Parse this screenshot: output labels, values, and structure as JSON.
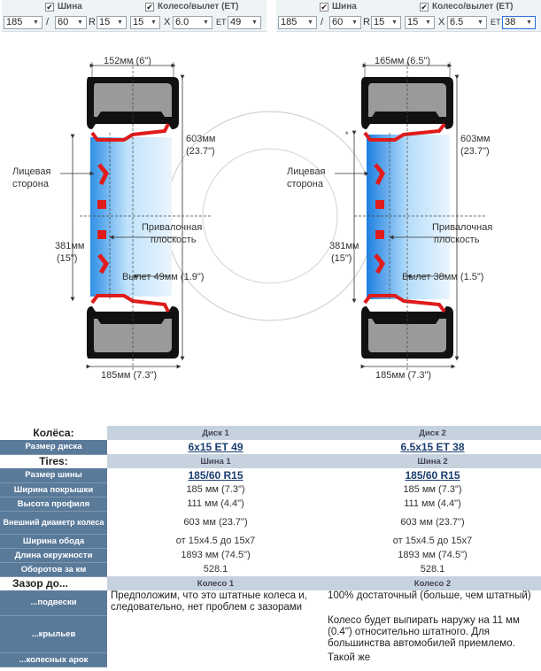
{
  "left": {
    "tire_checkbox_label": "Шина",
    "wheel_checkbox_label": "Колесо/вылет (ET)",
    "check_mark": "✔",
    "width": "185",
    "profile": "60",
    "r_label": "R",
    "tire_rim": "15",
    "rim_diameter": "15",
    "x_label": "X",
    "rim_width": "6.0",
    "et_label": "ET",
    "et": "49",
    "slash": "/"
  },
  "right": {
    "tire_checkbox_label": "Шина",
    "wheel_checkbox_label": "Колесо/вылет (ET)",
    "check_mark": "✔",
    "width": "185",
    "profile": "60",
    "r_label": "R",
    "tire_rim": "15",
    "rim_diameter": "15",
    "x_label": "X",
    "rim_width": "6.5",
    "et_label": "ET",
    "et": "38",
    "slash": "/"
  },
  "diagram_left": {
    "rim_width_dim": "152мм (6\")",
    "diameter_mm": "603мм",
    "diameter_in": "(23.7\")",
    "face_label_1": "Лицевая",
    "face_label_2": "сторона",
    "mount_label_1": "Привалочная",
    "mount_label_2": "плоскость",
    "rim_dia_mm": "381мм",
    "rim_dia_in": "(15\")",
    "offset_label": "Вылет 49мм (1.9\")",
    "tire_width_dim": "185мм (7.3\")"
  },
  "diagram_right": {
    "rim_width_dim": "165мм (6.5\")",
    "diameter_mm": "603мм",
    "diameter_in": "(23.7\")",
    "face_label_1": "Лицевая",
    "face_label_2": "сторона",
    "mount_label_1": "Привалочная",
    "mount_label_2": "плоскость",
    "rim_dia_mm": "381мм",
    "rim_dia_in": "(15\")",
    "offset_label": "Вылет 38мм (1.5\")",
    "tire_width_dim": "185мм (7.3\")"
  },
  "table": {
    "wheels_header": "Колёса:",
    "disk1": "Диск 1",
    "disk2": "Диск 2",
    "disk_size_label": "Размер диска",
    "disk_size_1": "6x15 ET 49",
    "disk_size_2": "6.5x15 ET 38",
    "tires_header": "Tires:",
    "tire1": "Шина 1",
    "tire2": "Шина 2",
    "tire_size_label": "Размер шины",
    "tire_size_1": "185/60 R15",
    "tire_size_2": "185/60 R15",
    "tread_width_label": "Ширина покрышки",
    "tread_width_1": "185 мм (7.3\")",
    "tread_width_2": "185 мм (7.3\")",
    "profile_height_label": "Высота профиля",
    "profile_height_1": "111 мм (4.4\")",
    "profile_height_2": "111 мм (4.4\")",
    "outer_diameter_label": "Внешний диаметр колеса",
    "outer_diameter_1": "603 мм (23.7\")",
    "outer_diameter_2": "603 мм (23.7\")",
    "rim_width_label": "Ширина обода",
    "rim_width_1": "от 15x4.5 до 15x7",
    "rim_width_2": "от 15x4.5 до 15x7",
    "circumference_label": "Длина окружности",
    "circumference_1": "1893 мм (74.5\")",
    "circumference_2": "1893 мм (74.5\")",
    "revs_label": "Оборотов за км",
    "revs_1": "528.1",
    "revs_2": "528.1",
    "clearance_header": "Зазор до...",
    "wheel1": "Колесо 1",
    "wheel2": "Колесо 2",
    "suspension_label": "...подвески",
    "suspension_1": "Предположим, что это штатные колеса и, следовательно, нет проблем с зазорами",
    "suspension_2": "100% достаточный (больше, чем штатный)",
    "fenders_label": "...крыльев",
    "fenders_2": "Колесо будет выпирать наружу на 11 мм (0.4\") относительно штатного. Для большинства автомобилей приемлемо.",
    "arches_label": "...колесных арок",
    "arches_2": "Такой же"
  }
}
